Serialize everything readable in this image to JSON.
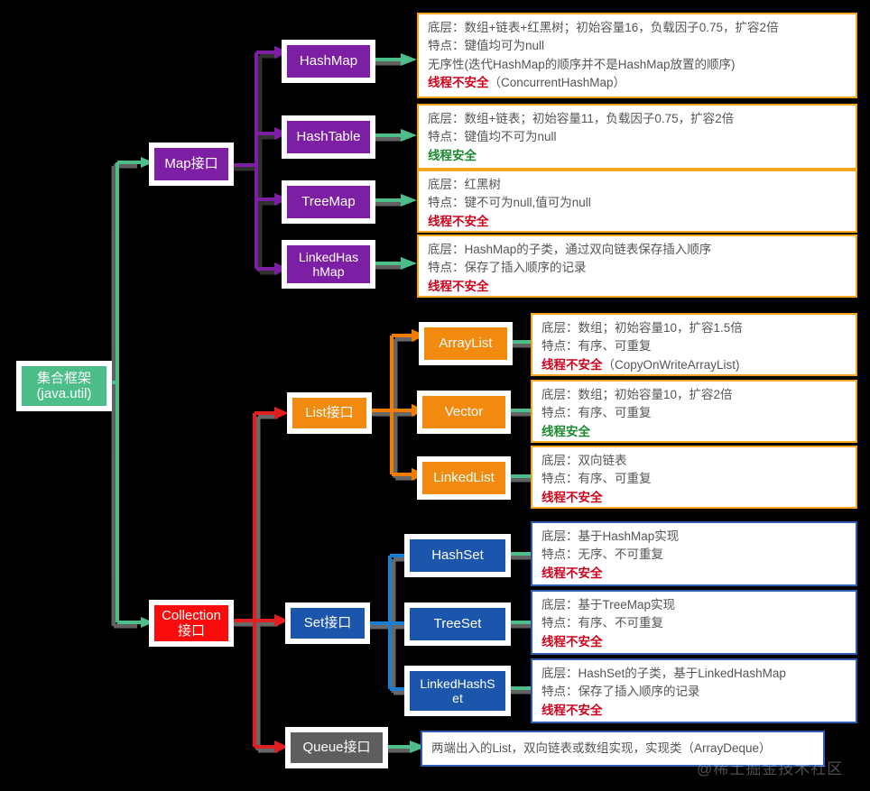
{
  "root": {
    "line1": "集合框架",
    "line2": "(java.util)"
  },
  "interfaces": {
    "map": "Map接口",
    "collection_line1": "Collection",
    "collection_line2": "接口",
    "list": "List接口",
    "set": "Set接口",
    "queue": "Queue接口"
  },
  "map_impls": [
    {
      "name": "HashMap"
    },
    {
      "name": "HashTable"
    },
    {
      "name": "TreeMap"
    },
    {
      "name": "LinkedHashMap",
      "wrap1": "LinkedHas",
      "wrap2": "hMap"
    }
  ],
  "list_impls": [
    {
      "name": "ArrayList"
    },
    {
      "name": "Vector"
    },
    {
      "name": "LinkedList"
    }
  ],
  "set_impls": [
    {
      "name": "HashSet"
    },
    {
      "name": "TreeSet"
    },
    {
      "name": "LinkedHashSet",
      "wrap1": "LinkedHashS",
      "wrap2": "et"
    }
  ],
  "panels": {
    "hashmap": {
      "l1": "底层：数组+链表+红黑树；初始容量16，负载因子0.75，扩容2倍",
      "l2": "特点：键值均可为null",
      "l3": "无序性(迭代HashMap的顺序并不是HashMap放置的顺序)",
      "l4_status": "线程不安全",
      "l4_note": "（ConcurrentHashMap）"
    },
    "hashtable": {
      "l1": "底层：数组+链表；初始容量11，负载因子0.75，扩容2倍",
      "l2": "特点：键值均不可为null",
      "l3_status": "线程安全"
    },
    "treemap": {
      "l1": "底层：红黑树",
      "l2": "特点：键不可为null,值可为null",
      "l3_status": "线程不安全"
    },
    "linkedhashmap": {
      "l1": "底层：HashMap的子类，通过双向链表保存插入顺序",
      "l2": "特点：保存了插入顺序的记录",
      "l3_status": "线程不安全"
    },
    "arraylist": {
      "l1": "底层：数组；初始容量10，扩容1.5倍",
      "l2": "特点：有序、可重复",
      "l3_status": "线程不安全",
      "l3_note": "（CopyOnWriteArrayList)"
    },
    "vector": {
      "l1": "底层：数组；初始容量10，扩容2倍",
      "l2": "特点：有序、可重复",
      "l3_status": "线程安全"
    },
    "linkedlist": {
      "l1": "底层：双向链表",
      "l2": "特点：有序、可重复",
      "l3_status": "线程不安全"
    },
    "hashset": {
      "l1": "底层：基于HashMap实现",
      "l2": "特点：无序、不可重复",
      "l3_status": "线程不安全"
    },
    "treeset": {
      "l1": "底层：基于TreeMap实现",
      "l2": "特点：有序、不可重复",
      "l3_status": "线程不安全"
    },
    "linkedhashset": {
      "l1": "底层：HashSet的子类，基于LinkedHashMap",
      "l2": "特点：保存了插入顺序的记录",
      "l3_status": "线程不安全"
    },
    "queue": {
      "l1": "两端出入的List，双向链表或数组实现，实现类（ArrayDeque）"
    }
  },
  "watermark": "@稀土掘金技术社区",
  "colors": {
    "root_green": "#4DBE8A",
    "map_purple": "#7D1FA4",
    "collection_red": "#FB0C0C",
    "list_orange": "#F18A0E",
    "set_blue": "#1B55AC",
    "queue_gray": "#5E5E5E",
    "panel_border_orange": "#F5A623",
    "panel_border_blue": "#2F5FB3",
    "unsafe_red": "#D0021B",
    "safe_green": "#1A8A2E"
  }
}
